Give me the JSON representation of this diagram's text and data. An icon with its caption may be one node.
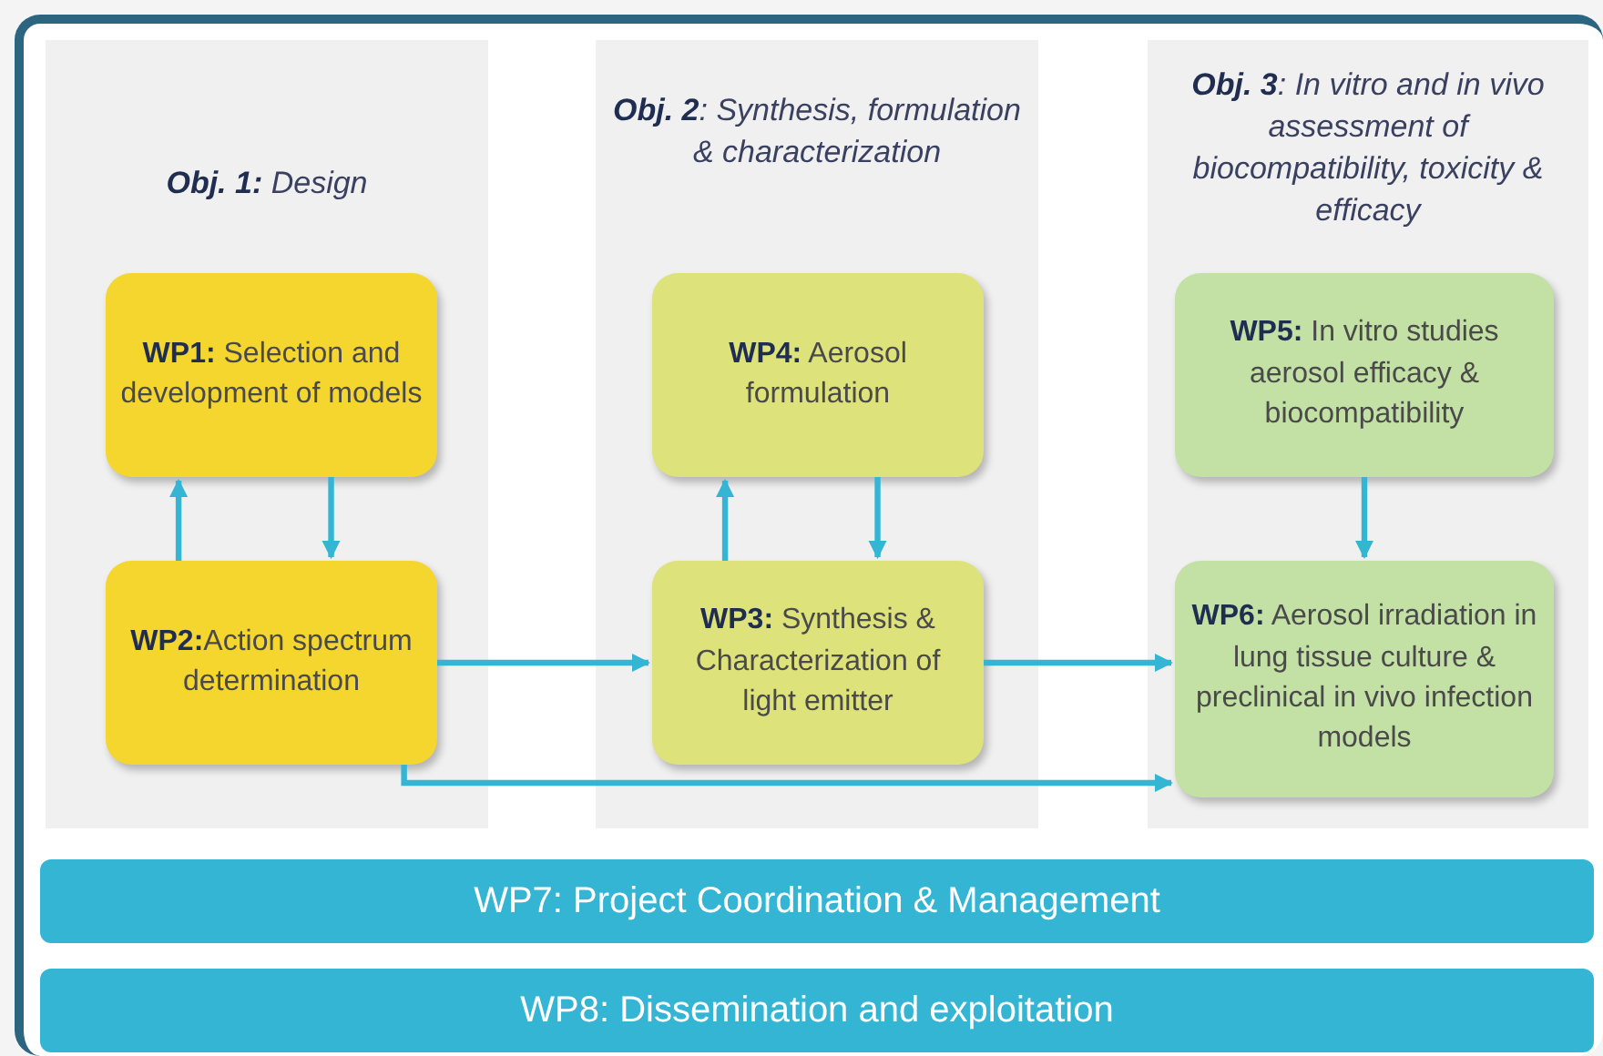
{
  "diagram": {
    "nodes": [
      {
        "text": [
          "**Obj. 1:** Design"
        ]
      },
      {
        "text": [
          "**WP1:** Selection and development of models"
        ],
        "in": 0
      },
      {
        "text": [
          "**WP2:**Action spectrum determination"
        ],
        "in": 0
      },
      {
        "text": [
          "**Obj. 2**: Synthesis, formulation & characterization"
        ]
      },
      {
        "text": [
          "**WP4:** Aerosol formulation"
        ],
        "in": 3
      },
      {
        "text": [
          "**WP3:** Synthesis & Characterization of light emitter"
        ],
        "in": 3
      },
      {
        "text": [
          "**Obj. 3**: In vitro and in vivo assessment of biocompatibility, toxicity & efficacy"
        ]
      },
      {
        "text": [
          "**WP5:** In vitro studies aerosol efficacy & biocompatibility"
        ],
        "in": 6
      },
      {
        "text": [
          "**WP6:** Aerosol irradiation in lung tissue culture & preclinical in vivo infection models"
        ],
        "in": 6
      },
      {
        "text": [
          "WP7: Project Coordination & Management"
        ]
      },
      {
        "text": [
          "WP8: Dissemination and exploitation"
        ]
      }
    ],
    "edges": [
      {
        "from": 2,
        "to": 1,
        "arrow": "to"
      },
      {
        "from": 1,
        "to": 2,
        "arrow": "to"
      },
      {
        "from": 5,
        "to": 4,
        "arrow": "to"
      },
      {
        "from": 4,
        "to": 5,
        "arrow": "to"
      },
      {
        "from": 7,
        "to": 8,
        "arrow": "to"
      },
      {
        "from": 2,
        "to": 5,
        "arrow": "to"
      },
      {
        "from": 5,
        "to": 8,
        "arrow": "to"
      },
      {
        "from": 2,
        "to": 8,
        "arrow": "to"
      }
    ]
  }
}
